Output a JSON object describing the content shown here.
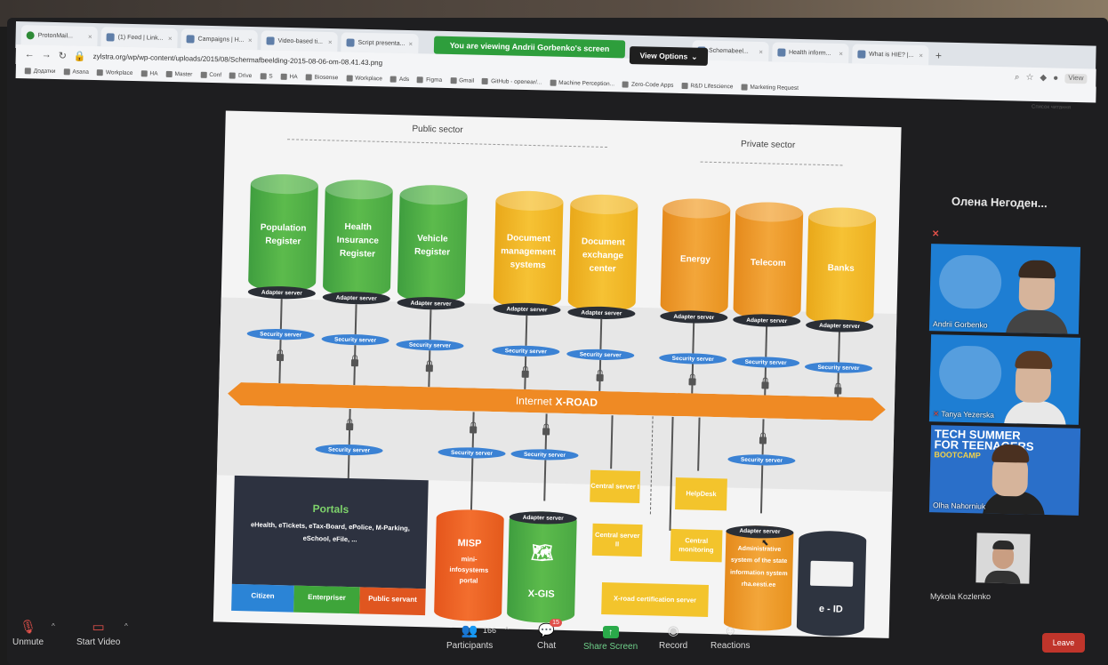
{
  "browser": {
    "tabs": [
      {
        "label": "ProtonMail...",
        "icon": "shield-icon"
      },
      {
        "label": "(1) Feed | Link...",
        "icon": "linkedin-icon"
      },
      {
        "label": "Campaigns | H...",
        "icon": "campaign-icon"
      },
      {
        "label": "Video-based ti...",
        "icon": "bold-b-icon"
      },
      {
        "label": "Script presenta...",
        "icon": "doc-icon"
      },
      {
        "label": "Schemabeel...",
        "icon": "page-icon"
      },
      {
        "label": "Health inform...",
        "icon": "google-icon"
      },
      {
        "label": "What is HIE? |...",
        "icon": "page-icon"
      }
    ],
    "new_tab": "+",
    "url": "zylstra.org/wp/wp-content/uploads/2015/08/Schermafbeelding-2015-08-06-om-08.41.43.png",
    "bookmarks": [
      "Додатки",
      "Asana",
      "Workplace",
      "HA",
      "Master",
      "Conf",
      "Drive",
      "S",
      "HA",
      "Biosense",
      "Workplace",
      "Ads",
      "Figma",
      "Gmail",
      "GitHub - openear/...",
      "Machine Perception...",
      "Zero-Code Apps",
      "R&D Lifescience",
      "Marketing Request"
    ],
    "bookmarks_other": "Список читання",
    "view_label": "View"
  },
  "share_banner": {
    "text": "You are viewing Andrii Gorbenko's screen",
    "options": "View Options"
  },
  "slide": {
    "public_sector": "Public sector",
    "private_sector": "Private sector",
    "registers": [
      {
        "name": "Population Register",
        "color": "green"
      },
      {
        "name": "Health Insurance Register",
        "color": "green"
      },
      {
        "name": "Vehicle Register",
        "color": "green"
      },
      {
        "name": "Document management systems",
        "color": "amber"
      },
      {
        "name": "Document exchange center",
        "color": "amber"
      },
      {
        "name": "Energy",
        "color": "orange"
      },
      {
        "name": "Telecom",
        "color": "orange"
      },
      {
        "name": "Banks",
        "color": "amber"
      }
    ],
    "adapter_label": "Adapter server",
    "security_label": "Security server",
    "xroad_prefix": "Internet",
    "xroad_name": "X-ROAD",
    "portals_title": "Portals",
    "portals_list": "eHealth, eTickets, eTax-Board, ePolice, M-Parking, eSchool, eFile, ...",
    "portal_buttons": [
      "Citizen",
      "Enterpriser",
      "Public servant"
    ],
    "misp": {
      "title": "MISP",
      "sub": "mini-infosystems portal"
    },
    "xgis": "X-GIS",
    "central_server_1": "Central server I",
    "central_server_2": "Central server II",
    "helpdesk": "HelpDesk",
    "central_monitoring": "Central monitoring",
    "xroad_cert": "X-road certification server",
    "admin_system": "Administrative system of the state information system rha.eesti.ee",
    "eid": "e - ID"
  },
  "participants": {
    "speaker": "Олена Негоден...",
    "tiles": [
      {
        "name": "Andrii Gorbenko"
      },
      {
        "name": "Tanya Yezerska"
      },
      {
        "name": "Olha Nahorniuk",
        "banner_l1": "TECH SUMMER",
        "banner_l2": "FOR TEENAGERS",
        "banner_l3": "BOOTCAMP"
      }
    ],
    "small": {
      "name": "Mykola Kozlenko"
    }
  },
  "toolbar": {
    "unmute": "Unmute",
    "start_video": "Start Video",
    "participants": "Participants",
    "participant_count": "166",
    "chat": "Chat",
    "chat_badge": "15",
    "share_screen": "Share Screen",
    "record": "Record",
    "reactions": "Reactions",
    "leave": "Leave"
  },
  "colors": {
    "xroad": "#ef8a24",
    "security": "#3b82d4",
    "share_green": "#2aaa4a",
    "leave_red": "#c0352b"
  }
}
